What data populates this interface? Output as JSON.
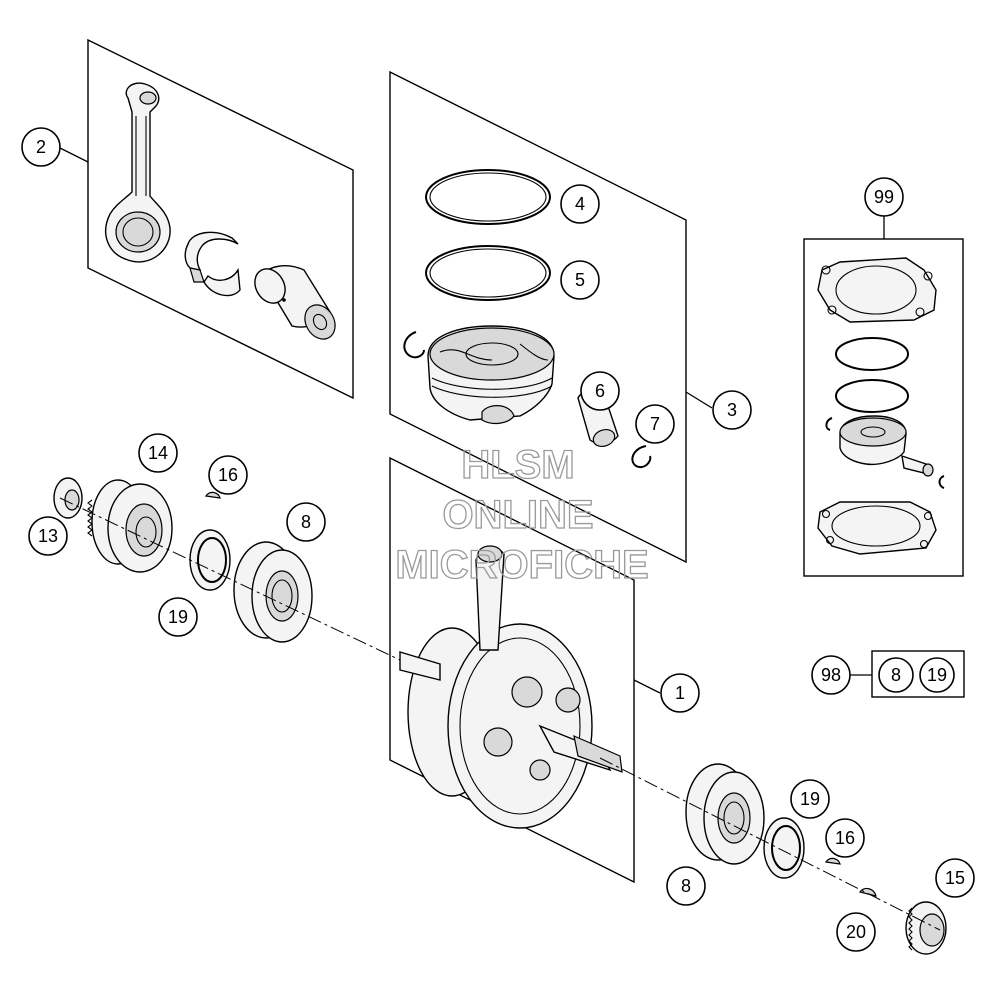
{
  "watermark": {
    "line1": "HLSM",
    "line2": "ONLINE",
    "line3": "MICROFICHE"
  },
  "callouts": [
    {
      "id": "c1",
      "label": "1"
    },
    {
      "id": "c2",
      "label": "2"
    },
    {
      "id": "c3",
      "label": "3"
    },
    {
      "id": "c4",
      "label": "4"
    },
    {
      "id": "c5",
      "label": "5"
    },
    {
      "id": "c6",
      "label": "6"
    },
    {
      "id": "c7",
      "label": "7"
    },
    {
      "id": "c8a",
      "label": "8"
    },
    {
      "id": "c8b",
      "label": "8"
    },
    {
      "id": "c13",
      "label": "13"
    },
    {
      "id": "c14",
      "label": "14"
    },
    {
      "id": "c15",
      "label": "15"
    },
    {
      "id": "c16a",
      "label": "16"
    },
    {
      "id": "c16b",
      "label": "16"
    },
    {
      "id": "c19a",
      "label": "19"
    },
    {
      "id": "c19b",
      "label": "19"
    },
    {
      "id": "c20",
      "label": "20"
    },
    {
      "id": "c99",
      "label": "99"
    }
  ],
  "kit98": {
    "label": "98",
    "contents": [
      "8",
      "19"
    ]
  }
}
